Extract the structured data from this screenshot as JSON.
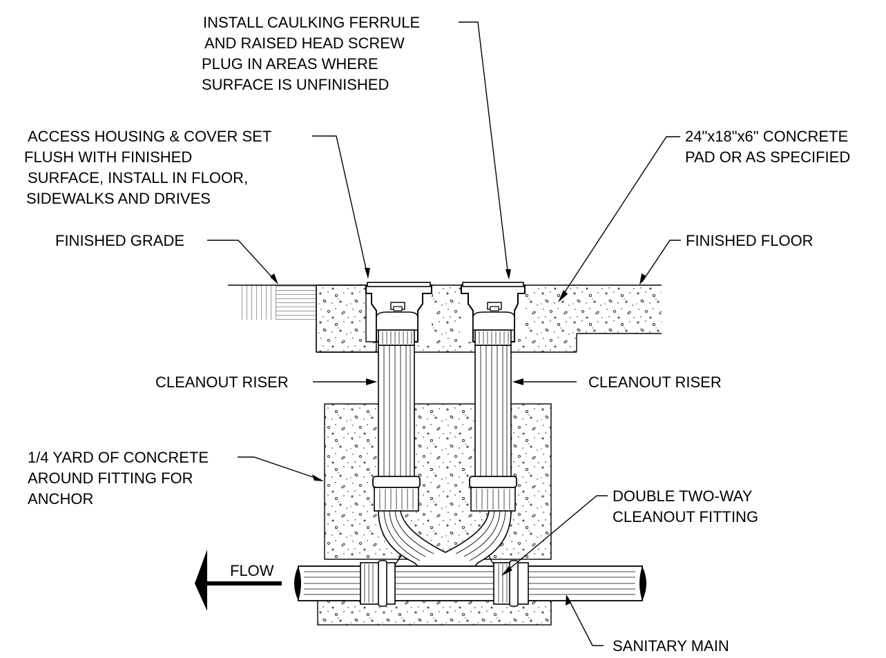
{
  "labels": {
    "ferrule": [
      "INSTALL CAULKING FERRULE",
      "AND RAISED HEAD SCREW",
      "PLUG IN AREAS WHERE",
      "SURFACE IS UNFINISHED"
    ],
    "housing": [
      "ACCESS HOUSING & COVER SET",
      "FLUSH WITH FINISHED",
      "SURFACE, INSTALL IN FLOOR,",
      "SIDEWALKS AND DRIVES"
    ],
    "pad": [
      "24\"x18\"x6\" CONCRETE",
      "PAD OR AS SPECIFIED"
    ],
    "finished_grade": "FINISHED GRADE",
    "finished_floor": "FINISHED FLOOR",
    "riser_left": "CLEANOUT RISER",
    "riser_right": "CLEANOUT RISER",
    "concrete": [
      "1/4 YARD OF CONCRETE",
      "AROUND FITTING FOR",
      "ANCHOR"
    ],
    "fitting": [
      "DOUBLE TWO-WAY",
      "CLEANOUT FITTING"
    ],
    "flow": "FLOW",
    "sanitary_main": "SANITARY MAIN"
  },
  "colors": {
    "ink": "#000000",
    "paper": "#ffffff"
  }
}
